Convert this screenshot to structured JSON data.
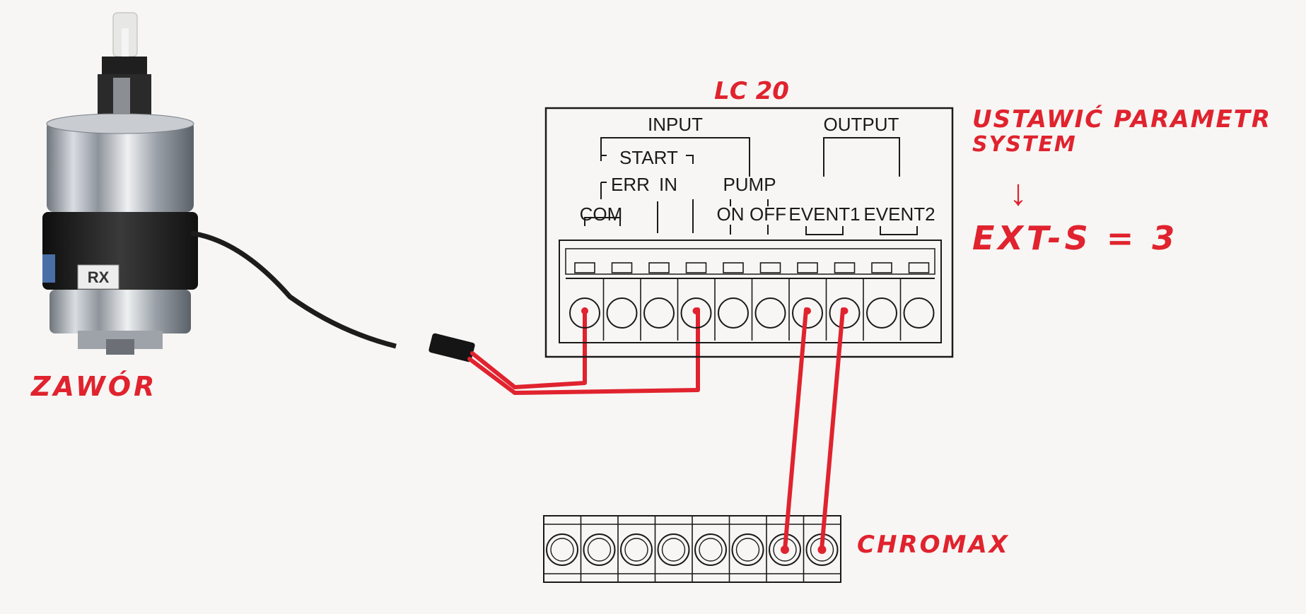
{
  "controller": {
    "title": "LC 20",
    "input_label": "INPUT",
    "output_label": "OUTPUT",
    "start_label": "START",
    "err_label": "ERR",
    "in_label": "IN",
    "pump_label": "PUMP",
    "com_label": "COM",
    "on_label": "ON",
    "off_label": "OFF",
    "event1_label": "EVENT1",
    "event2_label": "EVENT2"
  },
  "valve": {
    "label": "ZAWÓR",
    "logo_text": "RX"
  },
  "chromax": {
    "label": "CHROMAX"
  },
  "note": {
    "line1": "USTAWIĆ PARAMETR",
    "line2": "SYSTEM",
    "arrow": "↓",
    "setting": "EXT-S = 3"
  },
  "colors": {
    "wire": "#e0232e",
    "annotation": "#e0232e",
    "ink": "#1a1a1a",
    "valve_body": "#b9bec4",
    "valve_band": "#1c1c1c"
  }
}
